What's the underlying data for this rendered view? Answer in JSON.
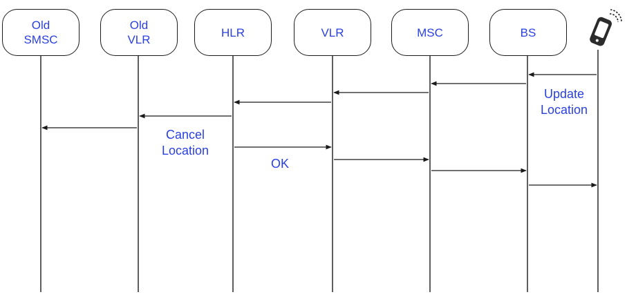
{
  "entities": [
    {
      "id": "old-smsc",
      "lines": [
        "Old",
        "SMSC"
      ]
    },
    {
      "id": "old-vlr",
      "lines": [
        "Old",
        "VLR"
      ]
    },
    {
      "id": "hlr",
      "lines": [
        "HLR"
      ]
    },
    {
      "id": "vlr",
      "lines": [
        "VLR"
      ]
    },
    {
      "id": "msc",
      "lines": [
        "MSC"
      ]
    },
    {
      "id": "bs",
      "lines": [
        "BS"
      ]
    },
    {
      "id": "mobile-station",
      "icon": "mobile-phone-icon"
    }
  ],
  "messages": [
    {
      "from": "mobile-station",
      "to": "bs"
    },
    {
      "from": "bs",
      "to": "msc"
    },
    {
      "from": "msc",
      "to": "vlr"
    },
    {
      "from": "vlr",
      "to": "hlr"
    },
    {
      "from": "hlr",
      "to": "old-vlr"
    },
    {
      "from": "old-vlr",
      "to": "old-smsc"
    },
    {
      "from": "hlr",
      "to": "vlr"
    },
    {
      "from": "vlr",
      "to": "msc"
    },
    {
      "from": "msc",
      "to": "bs"
    },
    {
      "from": "bs",
      "to": "mobile-station"
    }
  ],
  "annotations": {
    "update_location": [
      "Update",
      "Location"
    ],
    "cancel_location": [
      "Cancel",
      "Location"
    ],
    "ok": "OK"
  },
  "colors": {
    "label": "#2a3fe0",
    "line": "#1a1a1a"
  }
}
